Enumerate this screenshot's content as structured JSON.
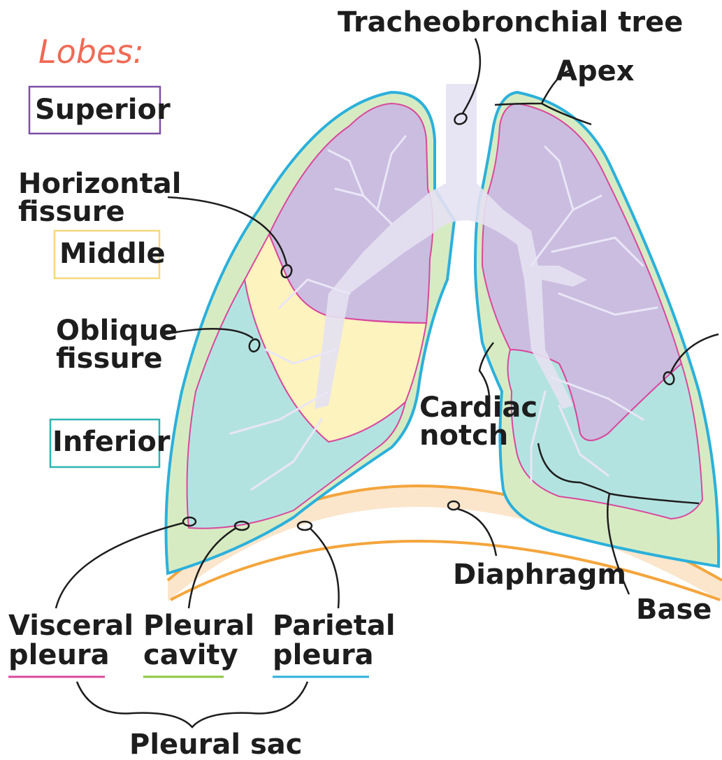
{
  "legend": {
    "title": "Lobes:",
    "items": [
      {
        "label": "Superior",
        "color": "#7b4fa5",
        "fill": "#cbbde0"
      },
      {
        "label": "Middle",
        "color": "#f6d77a",
        "fill": "#fdf3be"
      },
      {
        "label": "Inferior",
        "color": "#2bb5b2",
        "fill": "#b3e3e1"
      }
    ]
  },
  "labels": {
    "tracheobronchial_tree": "Tracheobronchial tree",
    "apex": "Apex",
    "horizontal_fissure": [
      "Horizontal",
      "fissure"
    ],
    "oblique_fissure": [
      "Oblique",
      "fissure"
    ],
    "cardiac_notch": [
      "Cardiac",
      "notch"
    ],
    "diaphragm": "Diaphragm",
    "base": "Base",
    "visceral_pleura": [
      "Visceral",
      "pleura"
    ],
    "pleural_cavity": [
      "Pleural",
      "cavity"
    ],
    "parietal_pleura": [
      "Parietal",
      "pleura"
    ],
    "pleural_sac": "Pleural sac"
  },
  "colors": {
    "parietal_pleura": "#2bb0db",
    "visceral_pleura": "#d9489d",
    "pleural_cavity": "#d7ebc3",
    "cavity_underline": "#8cc63f",
    "diaphragm_fill": "#fbe6cc",
    "diaphragm_line": "#f4a53c",
    "airway": "#e4e1f2",
    "vessels": "#e9e6f6"
  }
}
